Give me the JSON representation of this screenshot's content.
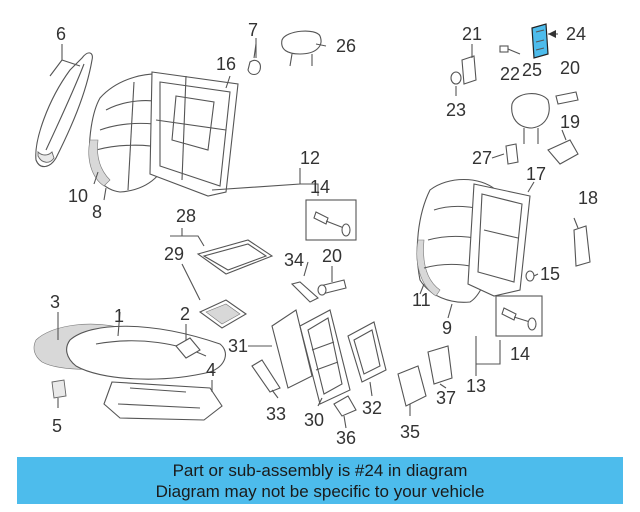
{
  "diagram": {
    "callouts": [
      "1",
      "2",
      "3",
      "4",
      "5",
      "6",
      "7",
      "8",
      "9",
      "10",
      "11",
      "12",
      "13",
      "14",
      "14",
      "14",
      "15",
      "16",
      "17",
      "18",
      "19",
      "20",
      "20",
      "21",
      "22",
      "23",
      "24",
      "25",
      "26",
      "27",
      "28",
      "29",
      "30",
      "31",
      "32",
      "33",
      "34",
      "35",
      "36",
      "37"
    ],
    "highlight_color": "#4dbcec",
    "highlighted_part": "24"
  },
  "banner": {
    "line1": "Part or sub-assembly is #24 in diagram",
    "line2": "Diagram may not be specific to your vehicle",
    "background": "#4dbcec"
  }
}
